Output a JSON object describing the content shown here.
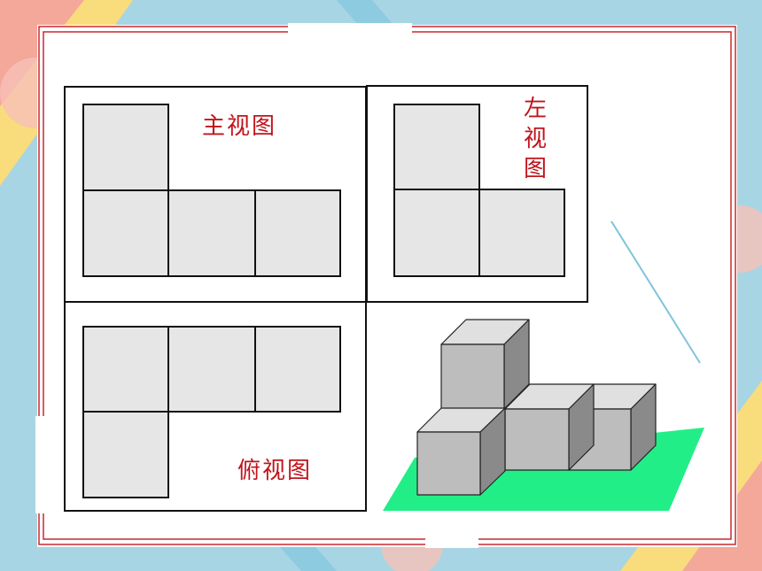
{
  "views": {
    "front": {
      "label": "主视图"
    },
    "left": {
      "label": "左视图",
      "label_chars": [
        "左",
        "视",
        "图"
      ]
    },
    "top": {
      "label": "俯视图"
    }
  },
  "colors": {
    "background": "#a8d5e3",
    "card": "#ffffff",
    "square_fill": "#e6e6e6",
    "outline": "#111111",
    "red_frame": "#c8282e",
    "label_red": "#c0141c",
    "ground_green": "#22ee88",
    "cube_front": "#bdbdbd",
    "cube_top": "#e0e0e0",
    "cube_side": "#8a8a8a"
  }
}
